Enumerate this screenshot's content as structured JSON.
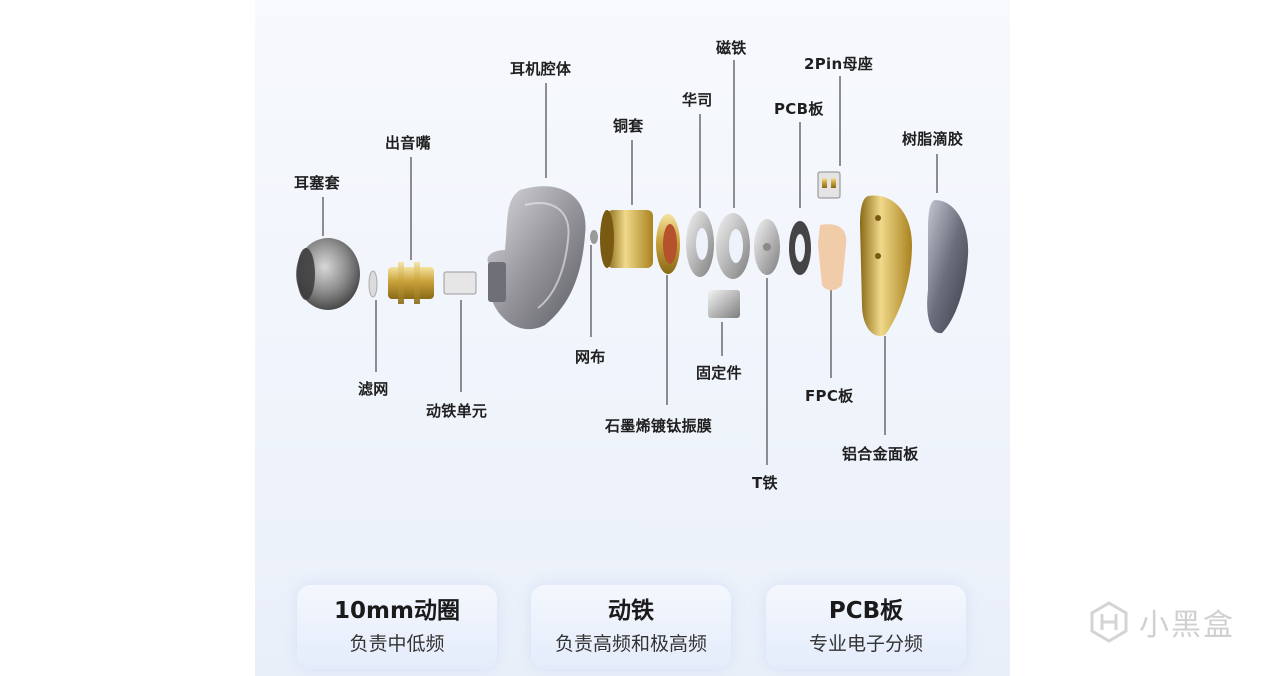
{
  "labels": {
    "eartip": "耳塞套",
    "nozzle": "出音嘴",
    "shell": "耳机腔体",
    "sleeve": "铜套",
    "washer": "华司",
    "magnet": "磁铁",
    "pcb": "PCB板",
    "pin": "2Pin母座",
    "resin": "树脂滴胶",
    "filter": "滤网",
    "ba_unit": "动铁单元",
    "mesh": "网布",
    "diaphragm": "石墨烯镀钛振膜",
    "fixture": "固定件",
    "t_iron": "T铁",
    "fpc": "FPC板",
    "faceplate": "铝合金面板"
  },
  "cards": [
    {
      "title": "10mm动圈",
      "subtitle": "负责中低频"
    },
    {
      "title": "动铁",
      "subtitle": "负责高频和极高频"
    },
    {
      "title": "PCB板",
      "subtitle": "专业电子分频"
    }
  ],
  "watermark": "小黑盒",
  "colors": {
    "gold": "#c9a23a",
    "line": "#555555",
    "panel": "#f2f6fc"
  }
}
